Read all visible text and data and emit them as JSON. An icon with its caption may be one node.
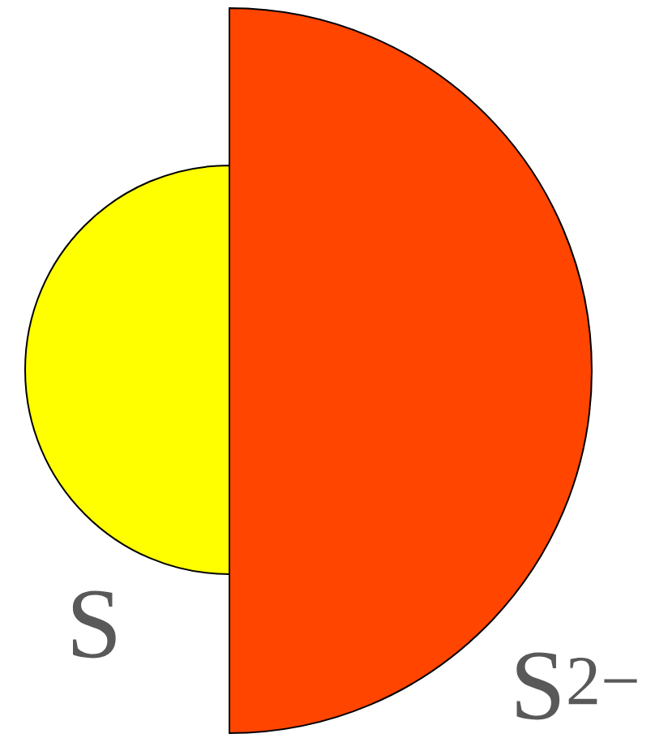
{
  "diagram": {
    "nodes": [
      {
        "text": [],
        "shape": "circle",
        "beside": [
          "S"
        ]
      },
      {
        "text": [],
        "shape": "circle",
        "beside": [
          "S$^{2−}$"
        ]
      }
    ]
  }
}
